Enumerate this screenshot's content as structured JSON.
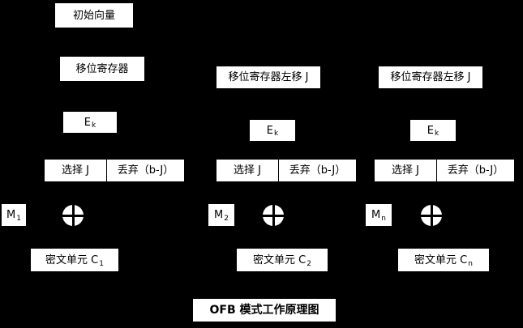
{
  "diagram": {
    "background_color": "#000000",
    "box_background_color": "#ffffff",
    "text_color": "#000000",
    "title": "OFB 模式工作原理图",
    "initial_vector": "初始向量",
    "xor_symbol": "xor-circle",
    "columns": [
      {
        "shift_register": "移位寄存器",
        "encrypt": {
          "base": "E",
          "sub": "k"
        },
        "select_label": "选择 J",
        "discard_label": "丢弃（b-J）",
        "message": {
          "base": "M",
          "sub": "1"
        },
        "cipher_unit": {
          "base": "密文单元 C",
          "sub": "1"
        }
      },
      {
        "shift_register": "移位寄存器左移 J",
        "encrypt": {
          "base": "E",
          "sub": "k"
        },
        "select_label": "选择 J",
        "discard_label": "丢弃（b-J）",
        "message": {
          "base": "M",
          "sub": "2"
        },
        "cipher_unit": {
          "base": "密文单元 C",
          "sub": "2"
        }
      },
      {
        "shift_register": "移位寄存器左移 J",
        "encrypt": {
          "base": "E",
          "sub": "k"
        },
        "select_label": "选择 J",
        "discard_label": "丢弃（b-J）",
        "message": {
          "base": "M",
          "sub": "n"
        },
        "cipher_unit": {
          "base": "密文单元 C",
          "sub": "n"
        }
      }
    ]
  }
}
